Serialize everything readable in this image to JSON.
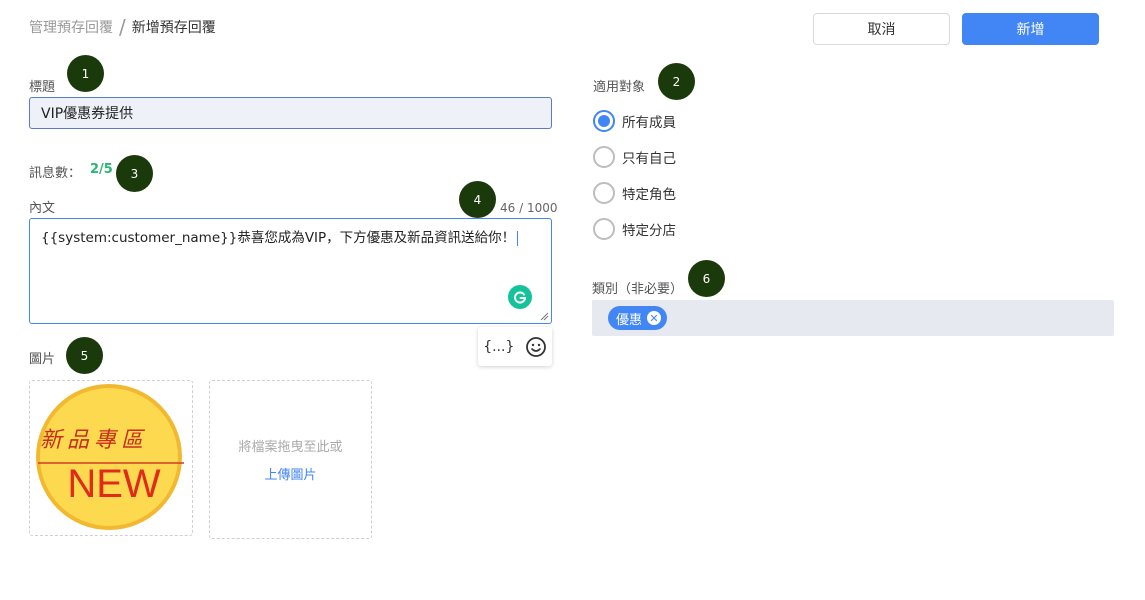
{
  "breadcrumb": {
    "parent": "管理預存回覆",
    "separator": "/",
    "current": "新增預存回覆"
  },
  "actions": {
    "cancel_label": "取消",
    "add_label": "新增",
    "accent_color": "#4286f5"
  },
  "markers": [
    "1",
    "2",
    "3",
    "4",
    "5",
    "6"
  ],
  "title_field": {
    "label": "標題",
    "value": "VIP優惠券提供"
  },
  "message_count": {
    "label": "訊息數：",
    "value": "2/5",
    "color": "#2bb673"
  },
  "content": {
    "label": "內文",
    "counter": "46 / 1000",
    "value": "{{system:customer_name}}恭喜您成為VIP，下方優惠及新品資訊送給你！"
  },
  "editor_tools": {
    "variable_label": "{...}",
    "emoji_icon": "smiley-icon"
  },
  "images": {
    "label": "圖片",
    "preview": {
      "chinese_text": "新品專區",
      "english_text": "NEW"
    },
    "upload_hint": "將檔案拖曳至此或",
    "upload_link": "上傳圖片"
  },
  "audience": {
    "label": "適用對象",
    "options": [
      {
        "label": "所有成員",
        "checked": true
      },
      {
        "label": "只有自己",
        "checked": false
      },
      {
        "label": "特定角色",
        "checked": false
      },
      {
        "label": "特定分店",
        "checked": false
      }
    ]
  },
  "category": {
    "label": "類別（非必要）",
    "tags": [
      "優惠"
    ]
  }
}
